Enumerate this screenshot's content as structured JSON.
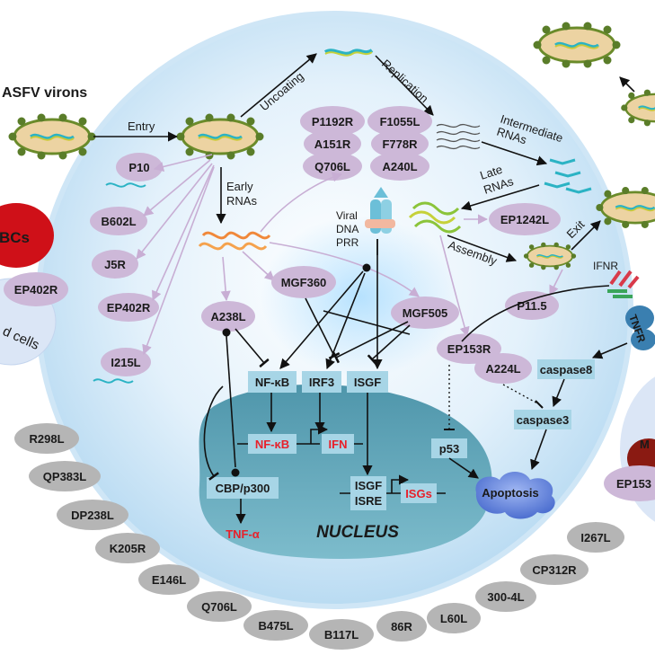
{
  "virus": {
    "label": "ASFV virons"
  },
  "process": {
    "entry": "Entry",
    "uncoating": "Uncoating",
    "replication": "Replication",
    "early_rnas": [
      "Early",
      "RNAs"
    ],
    "intermediate_rnas": [
      "Intermediate",
      "RNAs"
    ],
    "late_rnas": [
      "Late",
      "RNAs"
    ],
    "assembly": "Assembly",
    "exit": "Exit"
  },
  "prr": {
    "label": [
      "Viral",
      "DNA",
      "PRR"
    ]
  },
  "host_cells": {
    "rbcs": "BCs",
    "cells": "d cells"
  },
  "proteins": {
    "replication_grid": [
      "P1192R",
      "F1055L",
      "A151R",
      "F778R",
      "Q706L",
      "A240L"
    ],
    "early": [
      "P10",
      "B602L",
      "J5R",
      "EP402R",
      "I215L"
    ],
    "ep402r_outside": "EP402R",
    "ep1242l": "EP1242L",
    "p11_5": "P11.5",
    "mgf360": "MGF360",
    "mgf505": "MGF505",
    "a238l": "A238L",
    "ep153r": "EP153R",
    "a224l": "A224L",
    "ep153_right": "EP153",
    "m_right": "M"
  },
  "receptors": {
    "ifnr": "IFNR",
    "tnfr": "TNFR"
  },
  "signaling": {
    "nfkb": "NF-κB",
    "irf3": "IRF3",
    "isgf": "ISGF",
    "nfkb_nuc": "NF-κB",
    "ifn": "IFN",
    "isgf_isre": [
      "ISGF",
      "ISRE"
    ],
    "isgs": "ISGs",
    "cbp": "CBP/p300",
    "tnfa": "TNF-α",
    "p53": "p53",
    "caspase8": "caspase8",
    "caspase3": "caspase3",
    "apoptosis": "Apoptosis",
    "nucleus": "NUCLEUS"
  },
  "outer_proteins": [
    "R298L",
    "QP383L",
    "DP238L",
    "K205R",
    "E146L",
    "Q706L",
    "B475L",
    "B117L",
    "86R",
    "L60L",
    "300-4L",
    "CP312R",
    "I267L"
  ],
  "colors": {
    "cell": "#dcedf9",
    "nucleus": "#6aaabb",
    "pill": "#cdb8d8",
    "grey_pill": "#b5b5b5",
    "box": "#a7d5e6",
    "highlight": "#e8202a"
  }
}
